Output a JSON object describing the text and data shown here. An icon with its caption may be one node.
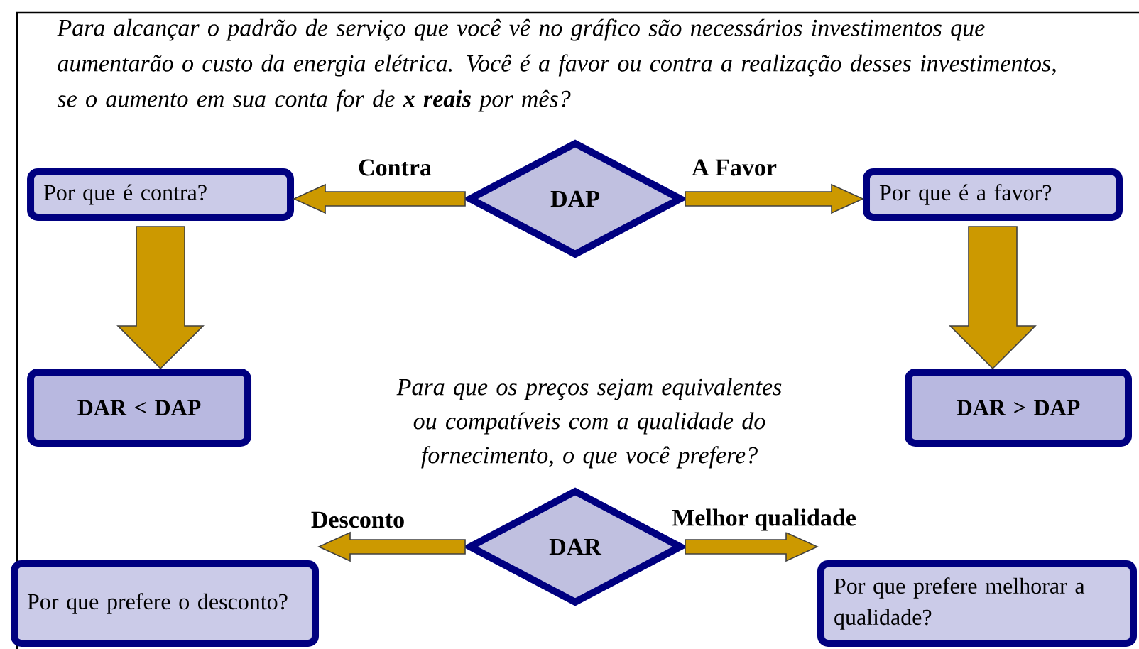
{
  "diagram": {
    "nodes": [
      {
        "text": [
          "DAP"
        ]
      },
      {
        "text": [
          "Por que é contra?"
        ]
      },
      {
        "text": [
          "Por que é a favor?"
        ]
      },
      {
        "text": [
          "DAR < DAP"
        ]
      },
      {
        "text": [
          "DAR > DAP"
        ]
      },
      {
        "text": [
          "DAR"
        ]
      },
      {
        "text": [
          "Por que prefere o desconto?"
        ]
      },
      {
        "text": [
          "Por que prefere melhorar a qualidade?"
        ]
      }
    ],
    "edges": [
      {
        "from": 0,
        "to": 1,
        "arrow": "to",
        "label": "Contra"
      },
      {
        "from": 0,
        "to": 2,
        "arrow": "to",
        "label": "A Favor"
      },
      {
        "from": 1,
        "to": 3,
        "arrow": "to"
      },
      {
        "from": 2,
        "to": 4,
        "arrow": "to"
      },
      {
        "from": 5,
        "to": 6,
        "arrow": "to",
        "label": "Desconto"
      },
      {
        "from": 5,
        "to": 7,
        "arrow": "to",
        "label": "Melhor qualidade"
      }
    ],
    "labels": [
      "Para alcançar o padrão de serviço que você vê no gráfico são necessários investimentos que aumentarão o custo da energia elétrica. Você é a favor ou contra a realização desses investimentos, se o aumento em sua conta for de **x reais** por mês?",
      "Para que os preços sejam equivalentes ou compatíveis com a qualidade do fornecimento, o que você prefere?"
    ]
  }
}
